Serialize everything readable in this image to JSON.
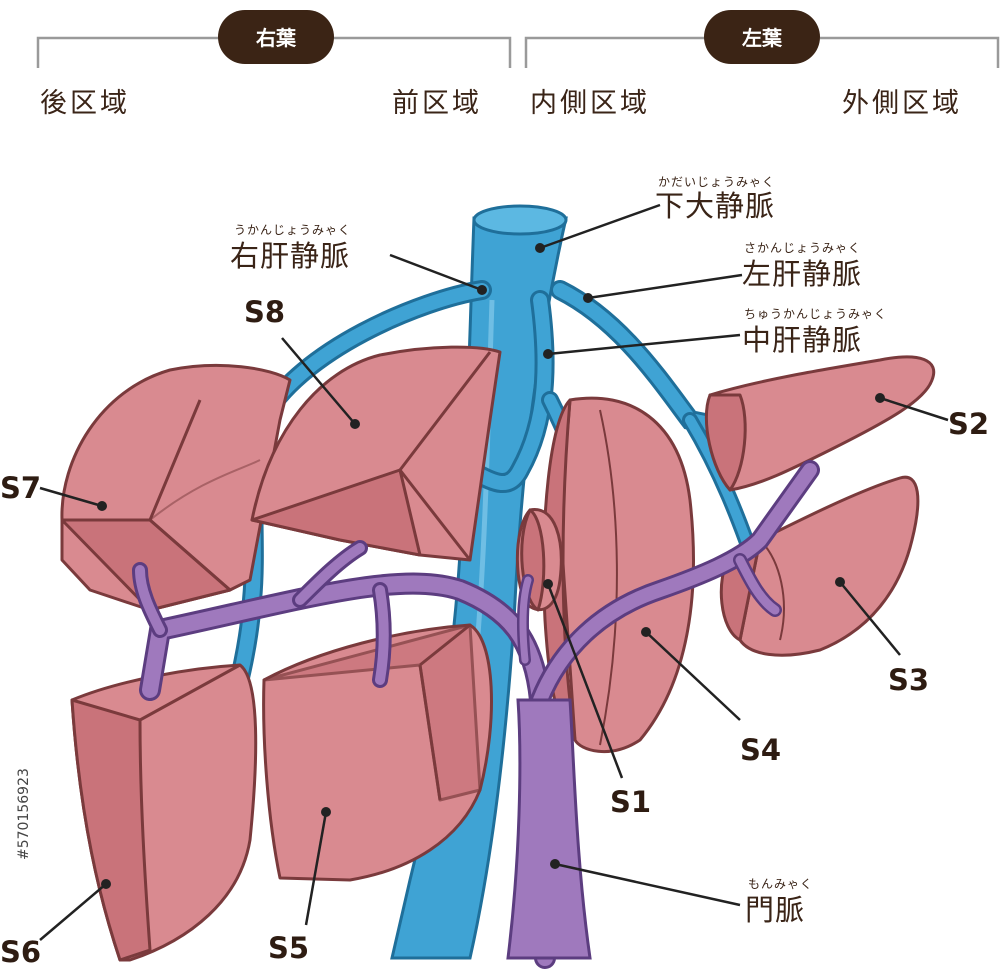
{
  "lobes": {
    "right": "右葉",
    "left": "左葉"
  },
  "regions": {
    "posterior": "後区域",
    "anterior": "前区域",
    "medial": "内側区域",
    "lateral": "外側区域"
  },
  "vessels": {
    "ivc": {
      "label": "下大静脈",
      "ruby": "かだいじょうみゃく"
    },
    "right_hepatic_vein": {
      "label": "右肝静脈",
      "ruby": "うかんじょうみゃく"
    },
    "left_hepatic_vein": {
      "label": "左肝静脈",
      "ruby": "さかんじょうみゃく"
    },
    "middle_hepatic_vein": {
      "label": "中肝静脈",
      "ruby": "ちゅうかんじょうみゃく"
    },
    "portal_vein": {
      "label": "門脈",
      "ruby": "もんみゃく"
    }
  },
  "segments": {
    "s1": "S1",
    "s2": "S2",
    "s3": "S3",
    "s4": "S4",
    "s5": "S5",
    "s6": "S6",
    "s7": "S7",
    "s8": "S8"
  },
  "watermark_id": "#570156923",
  "colors": {
    "liver": "#d98a90",
    "liver_light": "#e8a9ad",
    "liver_outline": "#7a3a3c",
    "hepatic_vein": "#3fa3d4",
    "hepatic_vein_outline": "#1f6f9a",
    "portal_vein": "#9f79bd",
    "portal_vein_outline": "#5c3d80",
    "badge": "#3b2415",
    "text": "#3a2417"
  }
}
